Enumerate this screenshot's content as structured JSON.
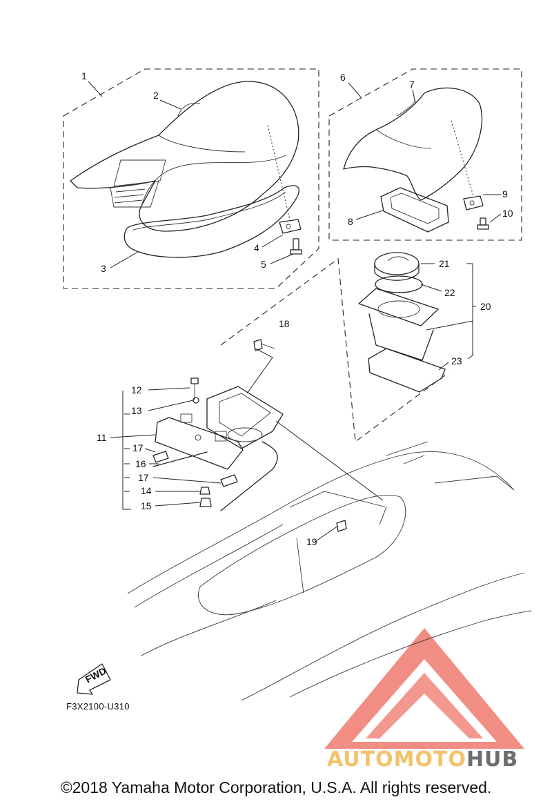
{
  "diagram": {
    "callouts": [
      {
        "id": "c1",
        "text": "1"
      },
      {
        "id": "c2",
        "text": "2"
      },
      {
        "id": "c3",
        "text": "3"
      },
      {
        "id": "c4",
        "text": "4"
      },
      {
        "id": "c5",
        "text": "5"
      },
      {
        "id": "c6",
        "text": "6"
      },
      {
        "id": "c7",
        "text": "7"
      },
      {
        "id": "c8",
        "text": "8"
      },
      {
        "id": "c9",
        "text": "9"
      },
      {
        "id": "c10",
        "text": "10"
      },
      {
        "id": "c11",
        "text": "11"
      },
      {
        "id": "c12",
        "text": "12"
      },
      {
        "id": "c13",
        "text": "13"
      },
      {
        "id": "c14",
        "text": "14"
      },
      {
        "id": "c15",
        "text": "15"
      },
      {
        "id": "c16",
        "text": "16"
      },
      {
        "id": "c17a",
        "text": "17"
      },
      {
        "id": "c17b",
        "text": "17"
      },
      {
        "id": "c18",
        "text": "18"
      },
      {
        "id": "c19",
        "text": "19"
      },
      {
        "id": "c20",
        "text": "20"
      },
      {
        "id": "c21",
        "text": "21"
      },
      {
        "id": "c22",
        "text": "22"
      },
      {
        "id": "c23",
        "text": "23"
      }
    ],
    "fwd_label": "FWD",
    "code": "F3X2100-U310",
    "copyright": "©2018 Yamaha Motor Corporation, U.S.A. All rights reserved."
  },
  "watermark": {
    "part_a": "AUTOMOTO",
    "part_b": "HUB",
    "color_a": "#f3c26b",
    "color_b": "#6d6d6d",
    "logo_color": "#f07a6e"
  }
}
